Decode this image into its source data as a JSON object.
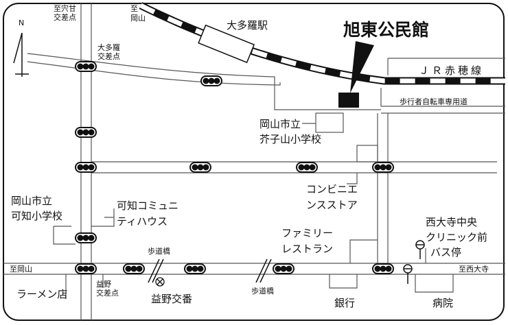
{
  "title": "旭東公民館",
  "north": "N",
  "colors": {
    "ink": "#111111",
    "road": "#555555",
    "signal": "#111111",
    "bg": "#ffffff"
  },
  "labels": {
    "to_sodetani_line1": "至宍甘",
    "to_sodetani_line2": "交差点",
    "to_okayama_top_line1": "至",
    "to_okayama_top_line2": "岡山",
    "station": "大多羅駅",
    "otara_cross_line1": "大多羅",
    "otara_cross_line2": "交差点",
    "jr_line": "ＪＲ赤穂線",
    "bike_path": "歩行者自転車専用道",
    "school1_line1": "岡山市立",
    "school1_line2": "芥子山小学校",
    "convenience_line1": "コンビニエ",
    "convenience_line2": "ンスストア",
    "school2_line1": "岡山市立",
    "school2_line2": "可知小学校",
    "community_line1": "可知コミュニ",
    "community_line2": "ティハウス",
    "family_line1": "ファミリー",
    "family_line2": "レストラン",
    "bus_line1": "西大寺中央",
    "bus_line2": "クリニック前",
    "bus_line3": "バス停",
    "footbridge1": "歩道橋",
    "footbridge2": "歩道橋",
    "to_okayama_left": "至岡山",
    "to_saidaiji": "至西大寺",
    "ramen": "ラーメン店",
    "masuno_cross_line1": "益野",
    "masuno_cross_line2": "交差点",
    "police_box": "益野交番",
    "bank": "銀行",
    "hospital": "病院"
  }
}
